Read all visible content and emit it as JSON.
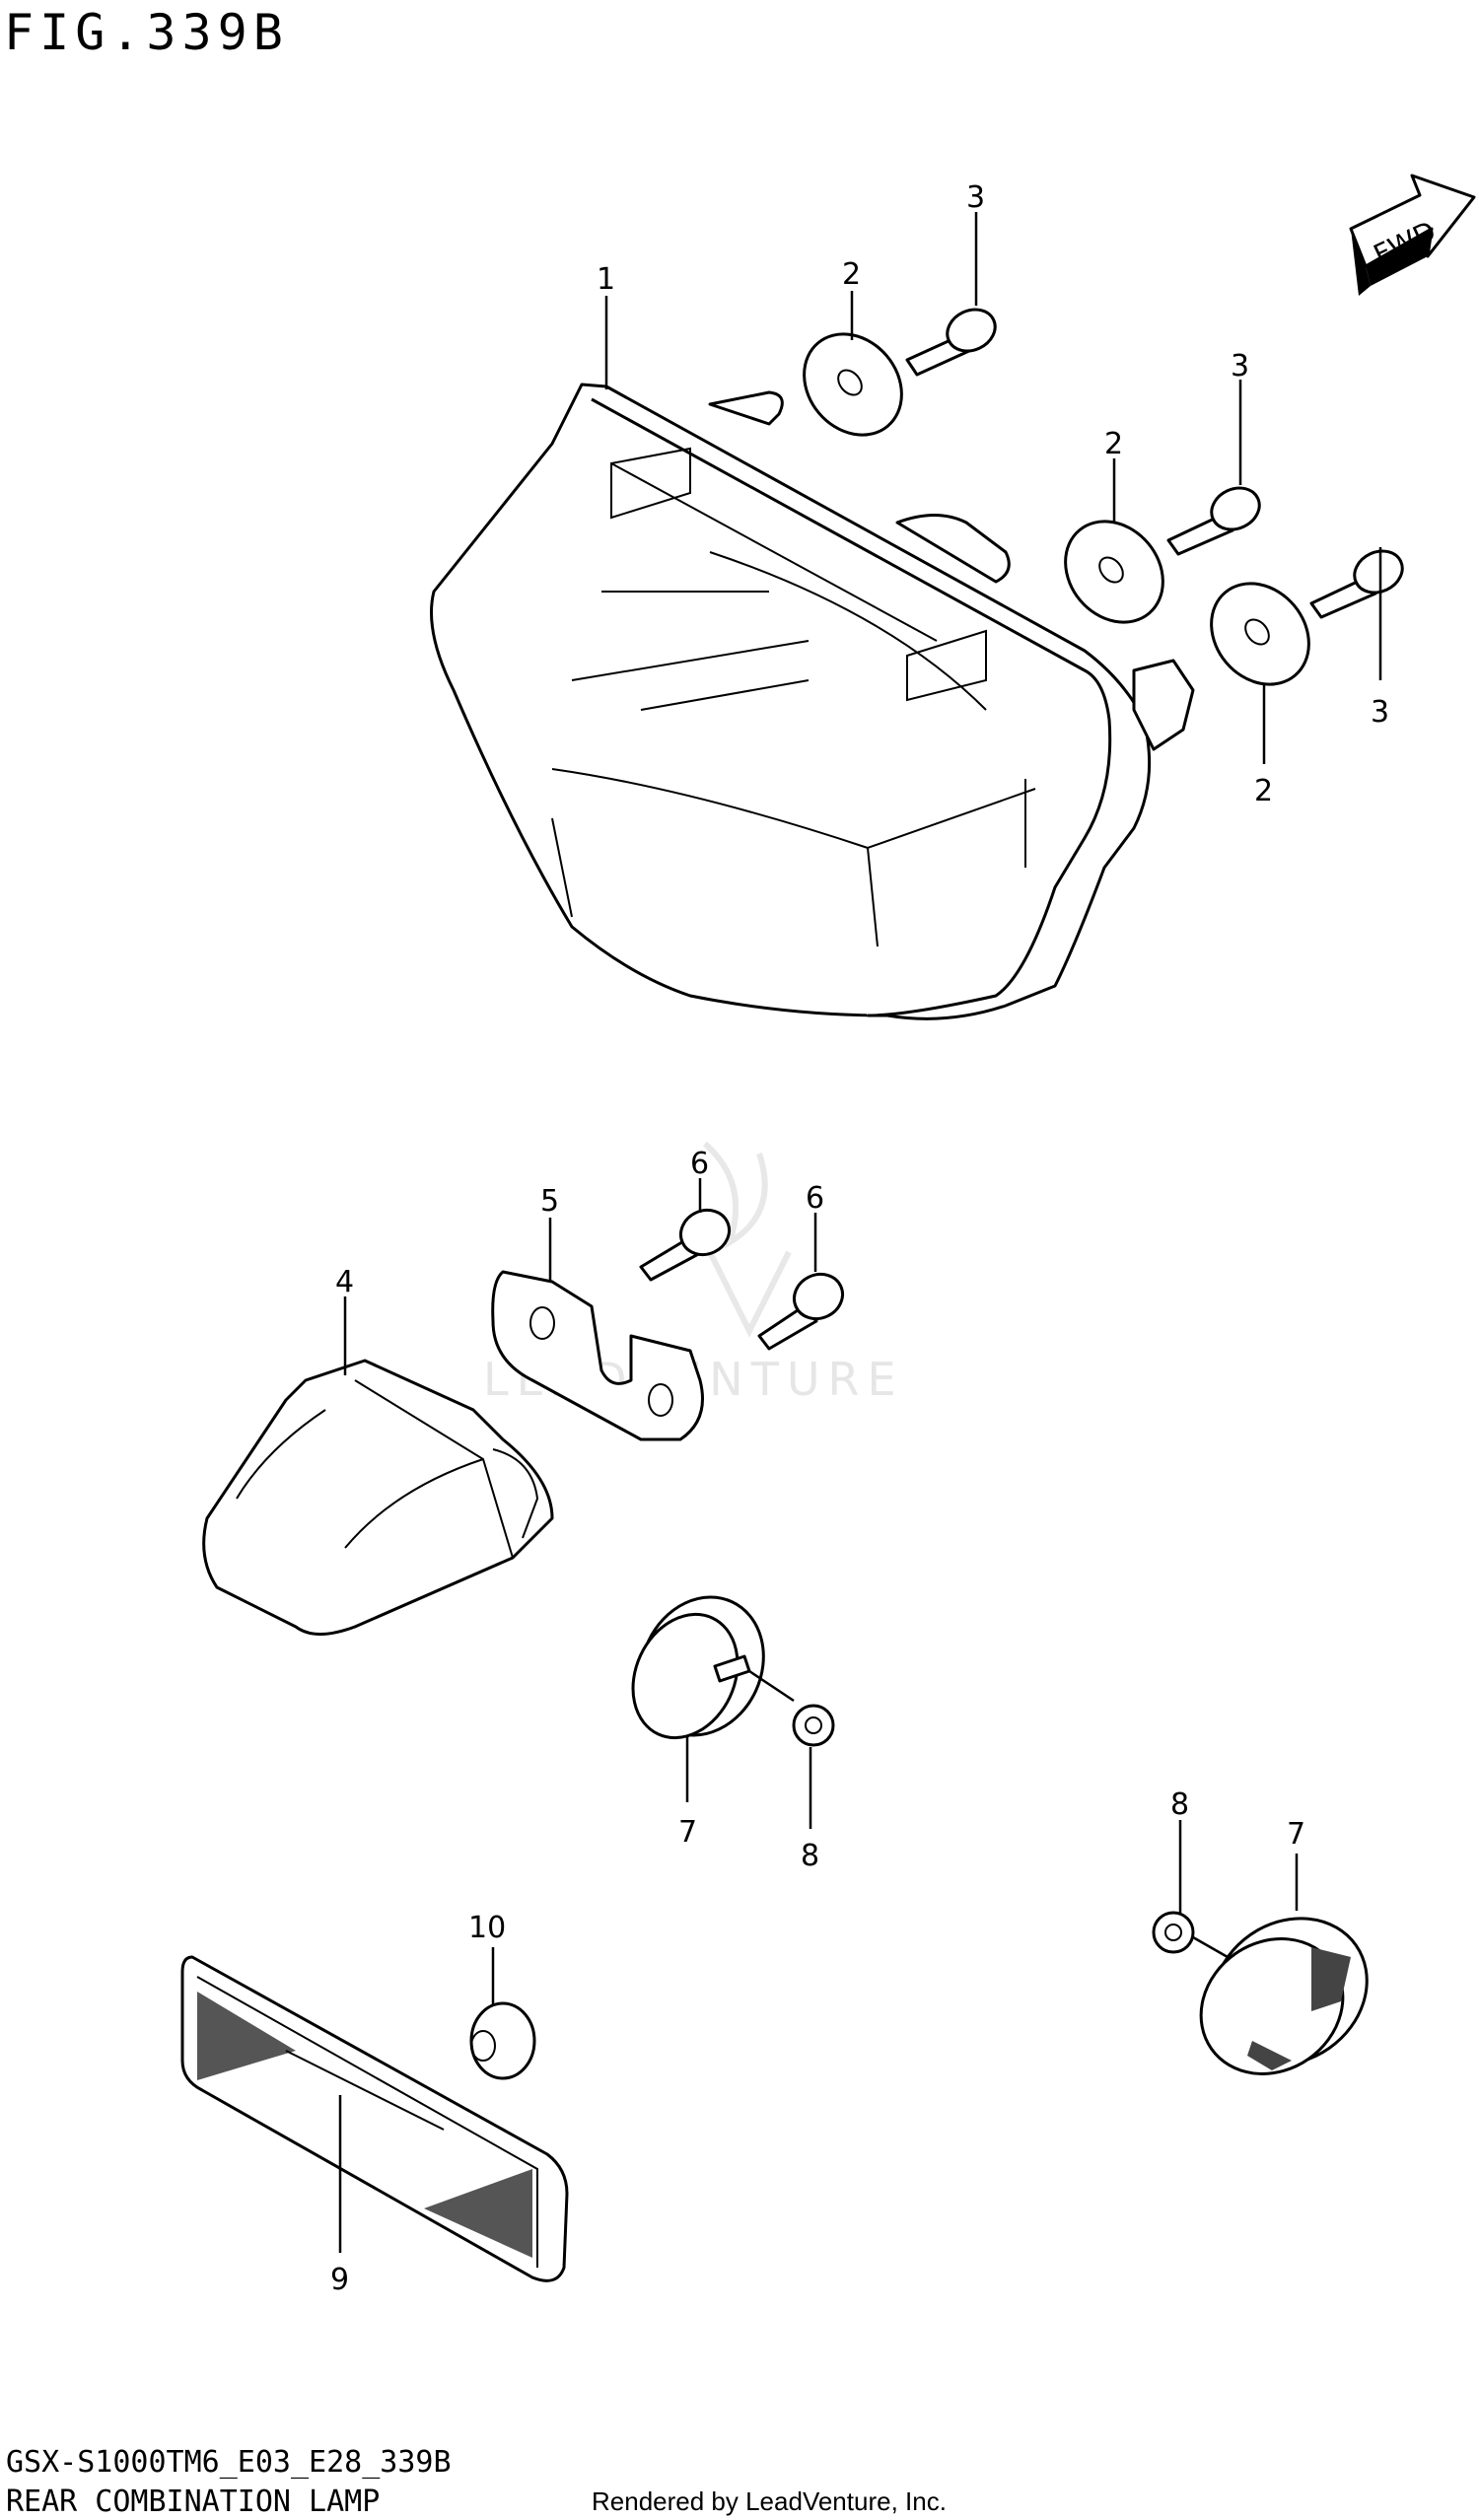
{
  "figure": {
    "title": "FIG.339B"
  },
  "fwd_arrow": {
    "label": "FWD"
  },
  "watermark": {
    "text": "LEADVENTURE"
  },
  "callouts": {
    "c1": "1",
    "c2a": "2",
    "c2b": "2",
    "c2c": "2",
    "c3a": "3",
    "c3b": "3",
    "c3c": "3",
    "c4": "4",
    "c5": "5",
    "c6a": "6",
    "c6b": "6",
    "c7a": "7",
    "c7b": "7",
    "c8a": "8",
    "c8b": "8",
    "c9": "9",
    "c10": "10"
  },
  "footer": {
    "code": "GSX-S1000TM6_E03_E28_339B",
    "name": "REAR COMBINATION LAMP",
    "credit": "Rendered by LeadVenture, Inc."
  }
}
